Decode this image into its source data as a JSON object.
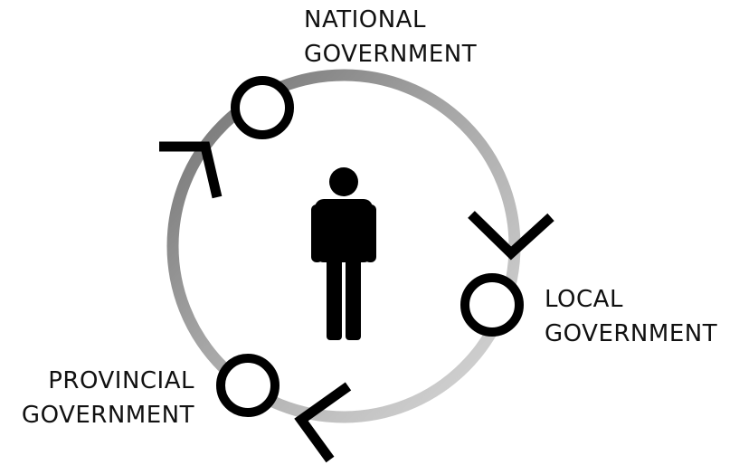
{
  "nodes": [
    {
      "id": "national",
      "line1": "NATIONAL",
      "line2": "GOVERNMENT"
    },
    {
      "id": "local",
      "line1": "LOCAL",
      "line2": "GOVERNMENT"
    },
    {
      "id": "provincial",
      "line1": "PROVINCIAL",
      "line2": "GOVERNMENT"
    }
  ],
  "center_icon": "person-icon",
  "colors": {
    "ring_light": "#d4d4d4",
    "ring_mid": "#a8a8a8",
    "ring_dark": "#707070",
    "node_stroke": "#000000",
    "arrow": "#000000",
    "text": "#111111"
  }
}
